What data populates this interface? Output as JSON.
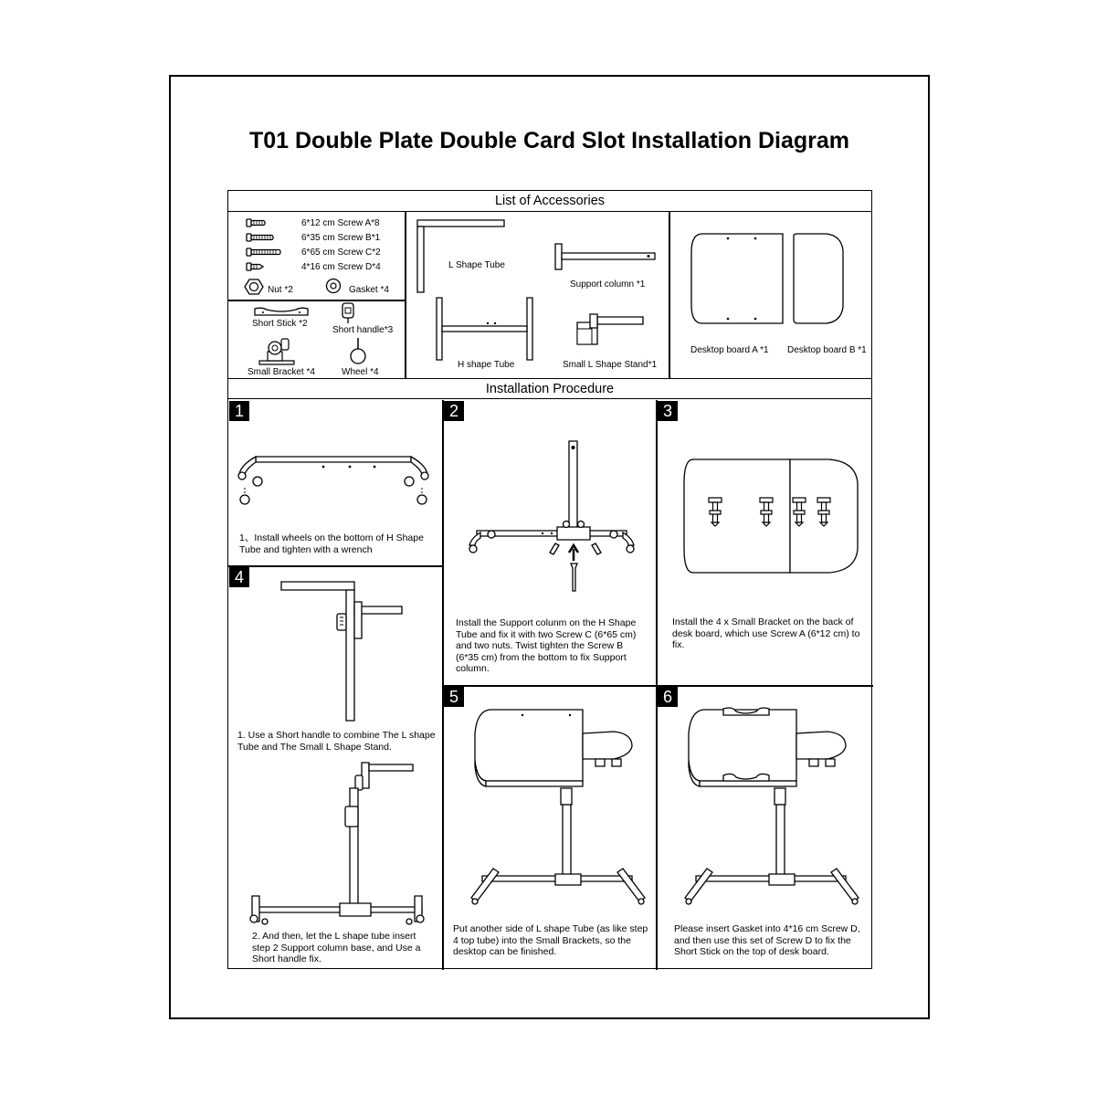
{
  "title": "T01 Double Plate Double Card Slot Installation Diagram",
  "accessories": {
    "header": "List of Accessories",
    "screws": [
      "6*12 cm Screw A*8",
      "6*35 cm Screw B*1",
      "6*65 cm Screw C*2",
      "4*16 cm Screw D*4"
    ],
    "nut": "Nut *2",
    "gasket": "Gasket *4",
    "short_stick": "Short Stick *2",
    "short_handle": "Short handle*3",
    "small_bracket": "Small Bracket *4",
    "wheel": "Wheel *4",
    "l_shape_tube": "L Shape Tube",
    "support_column": "Support column *1",
    "h_shape_tube": "H shape Tube",
    "small_l_shape_stand": "Small L Shape Stand*1",
    "desktop_board_a": "Desktop board A *1",
    "desktop_board_b": "Desktop board B *1"
  },
  "procedure": {
    "header": "Installation Procedure",
    "steps": [
      {
        "num": "1",
        "text": "1、Install wheels on the bottom of H Shape Tube and tighten with a wrench"
      },
      {
        "num": "2",
        "text": "Install the Support colunm on the H Shape Tube and fix it with two Screw C (6*65 cm) and two nuts. Twist tighten the Screw B (6*35 cm) from the bottom to fix Support column."
      },
      {
        "num": "3",
        "text": "Install the 4 x Small Bracket on the back of desk board, which use Screw A (6*12 cm) to fix."
      },
      {
        "num": "4",
        "text": "1. Use a Short handle to combine The L shape Tube and The Small L Shape Stand.",
        "text2": "2. And then, let the L shape tube insert step 2 Support column base, and Use a Short handle fix."
      },
      {
        "num": "5",
        "text": "Put another side of L shape Tube (as like step 4 top tube) into the Small Brackets, so the desktop can be finished."
      },
      {
        "num": "6",
        "text": "Please insert Gasket into 4*16 cm Screw D, and then use this set of Screw D to fix the Short Stick on the top of desk board."
      }
    ]
  }
}
